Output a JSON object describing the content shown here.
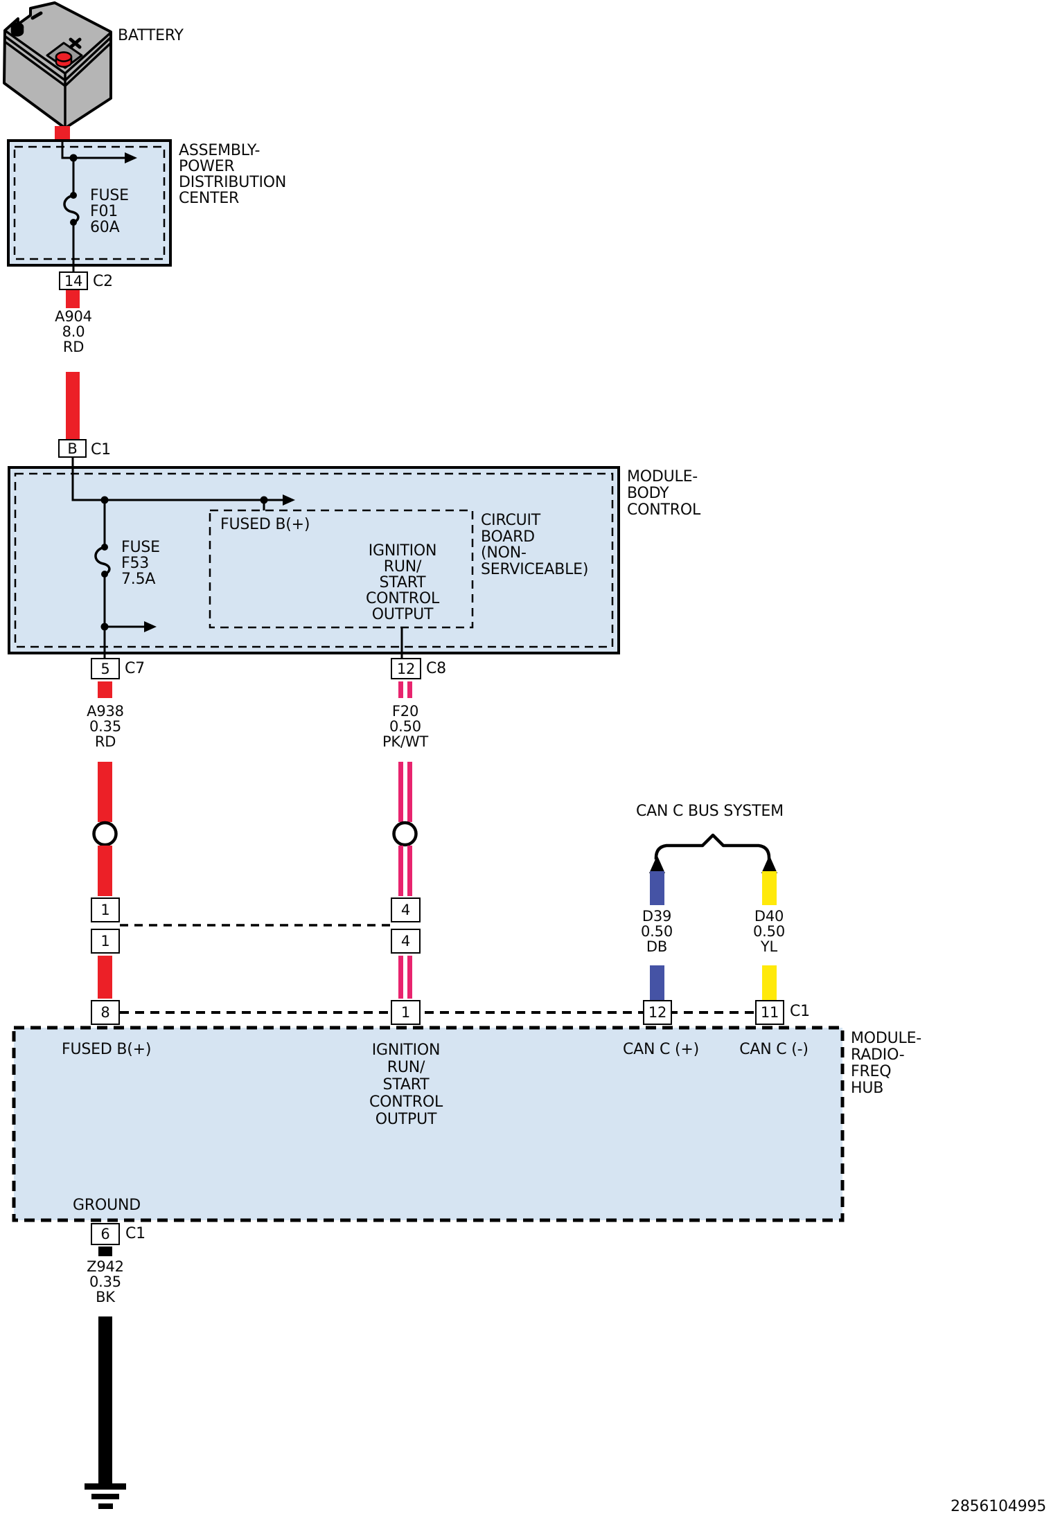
{
  "colors": {
    "line": "#000000",
    "box_fill": "#d6e4f2",
    "wire_red": "#ec2027",
    "wire_pink": "#e8246e",
    "wire_dark_blue": "#4553a5",
    "wire_yellow": "#ffe90a",
    "wire_black": "#000000",
    "battery_gray": "#b5b5b5"
  },
  "footer": {
    "part_number": "2856104995"
  },
  "battery": {
    "label": "BATTERY"
  },
  "pdc": {
    "title": "ASSEMBLY-\nPOWER\nDISTRIBUTION\nCENTER",
    "fuse_label": "FUSE\nF01\n60A",
    "out_pin": "14",
    "out_conn": "C2"
  },
  "wires": {
    "a904": {
      "name": "A904",
      "gauge": "8.0",
      "color": "RD"
    },
    "a938": {
      "name": "A938",
      "gauge": "0.35",
      "color": "RD"
    },
    "f20": {
      "name": "F20",
      "gauge": "0.50",
      "color": "PK/WT"
    },
    "d39": {
      "name": "D39",
      "gauge": "0.50",
      "color": "DB"
    },
    "d40": {
      "name": "D40",
      "gauge": "0.50",
      "color": "YL"
    },
    "z942": {
      "name": "Z942",
      "gauge": "0.35",
      "color": "BK"
    }
  },
  "bcm": {
    "in_pin": "B",
    "in_conn": "C1",
    "title": "MODULE-\nBODY\nCONTROL",
    "fuse_label": "FUSE\nF53\n7.5A",
    "fused_b_label": "FUSED B(+)",
    "ignition_label": "IGNITION\nRUN/\nSTART\nCONTROL\nOUTPUT",
    "board_label": "CIRCUIT\nBOARD\n(NON-\nSERVICEABLE)",
    "out1_pin": "5",
    "out1_conn": "C7",
    "out2_pin": "12",
    "out2_conn": "C8"
  },
  "inline_connectors": {
    "left_upper": "1",
    "left_lower": "1",
    "right_upper": "4",
    "right_lower": "4"
  },
  "can_bus": {
    "title": "CAN C BUS SYSTEM"
  },
  "hub": {
    "title": "MODULE-\nRADIO-\nFREQ\nHUB",
    "conn_name": "C1",
    "pin_fused_b": "8",
    "pin_ignition": "1",
    "pin_can_plus": "12",
    "pin_can_minus": "11",
    "fused_b_label": "FUSED B(+)",
    "ignition_label": "IGNITION\nRUN/\nSTART\nCONTROL\nOUTPUT",
    "can_plus_label": "CAN C (+)",
    "can_minus_label": "CAN C (-)",
    "ground_label": "GROUND",
    "ground_pin": "6",
    "ground_conn": "C1"
  }
}
